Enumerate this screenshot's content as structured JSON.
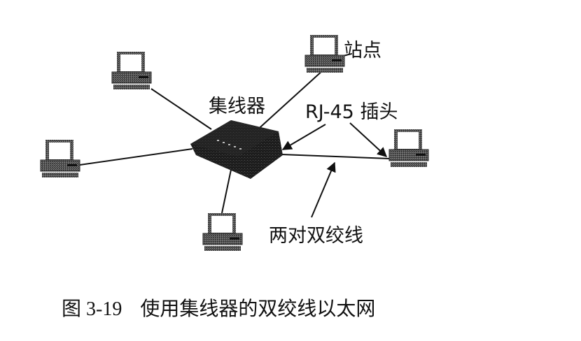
{
  "figure": {
    "caption_number": "图 3-19",
    "caption_text": "使用集线器的双绞线以太网",
    "labels": {
      "hub": "集线器",
      "station": "站点",
      "connector": "RJ-45 插头",
      "cable": "两对双绞线"
    },
    "nodes": [
      {
        "id": "hub",
        "type": "hub"
      },
      {
        "id": "station-top-left",
        "type": "station"
      },
      {
        "id": "station-top-right",
        "type": "station"
      },
      {
        "id": "station-left",
        "type": "station"
      },
      {
        "id": "station-bottom",
        "type": "station"
      },
      {
        "id": "station-right",
        "type": "station"
      }
    ],
    "colors": {
      "ink": "#111111",
      "screen": "#ffffff",
      "hub": "#1a1a1a",
      "station_body": "#555555"
    }
  }
}
